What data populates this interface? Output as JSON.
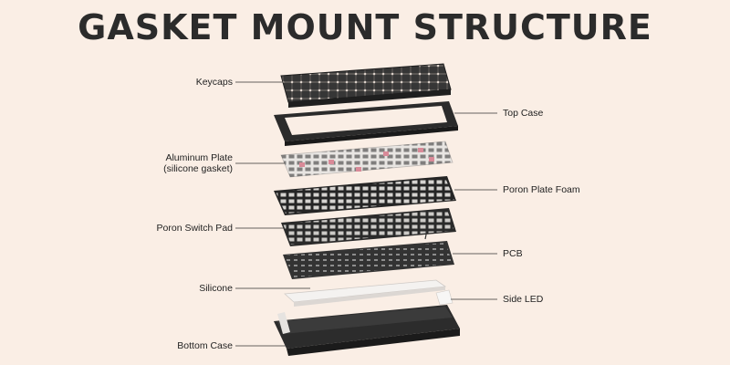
{
  "title": "GASKET MOUNT STRUCTURE",
  "labels": {
    "keycaps": "Keycaps",
    "top_case": "Top Case",
    "aluminum_plate": "Aluminum Plate",
    "silicone_gasket": "(silicone gasket)",
    "poron_plate_foam": "Poron Plate Foam",
    "poron_switch_pad": "Poron Switch Pad",
    "pcb": "PCB",
    "silicone": "Silicone",
    "side_led": "Side LED",
    "bottom_case": "Bottom Case"
  },
  "colors": {
    "background": "#faeee5",
    "title": "#2b2b2b",
    "dark_part": "#2c2c2c",
    "plate": "#e9e6e3",
    "silicone": "#f3f1ef",
    "gasket_accent": "#d98a98"
  }
}
